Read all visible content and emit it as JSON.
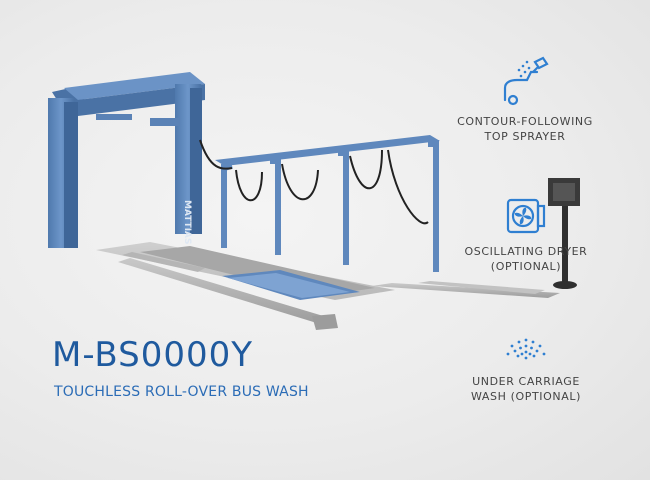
{
  "product": {
    "model": "M-BS0000Y",
    "subtitle": "TOUCHLESS ROLL-OVER BUS WASH",
    "brand_on_machine": "MATTIAS"
  },
  "features": [
    {
      "icon": "contour-sprayer-icon",
      "line1": "CONTOUR-FOLLOWING",
      "line2": "TOP SPRAYER"
    },
    {
      "icon": "oscillating-dryer-icon",
      "line1": "OSCILLATING DRYER",
      "line2": "(OPTIONAL)"
    },
    {
      "icon": "under-carriage-wash-icon",
      "line1": "UNDER CARRIAGE",
      "line2": "WASH (OPTIONAL)"
    }
  ],
  "colors": {
    "brand_blue": "#1f5a9e",
    "accent_blue": "#2f7fd1",
    "machine_blue": "#5f88bd",
    "text_gray": "#444444"
  }
}
